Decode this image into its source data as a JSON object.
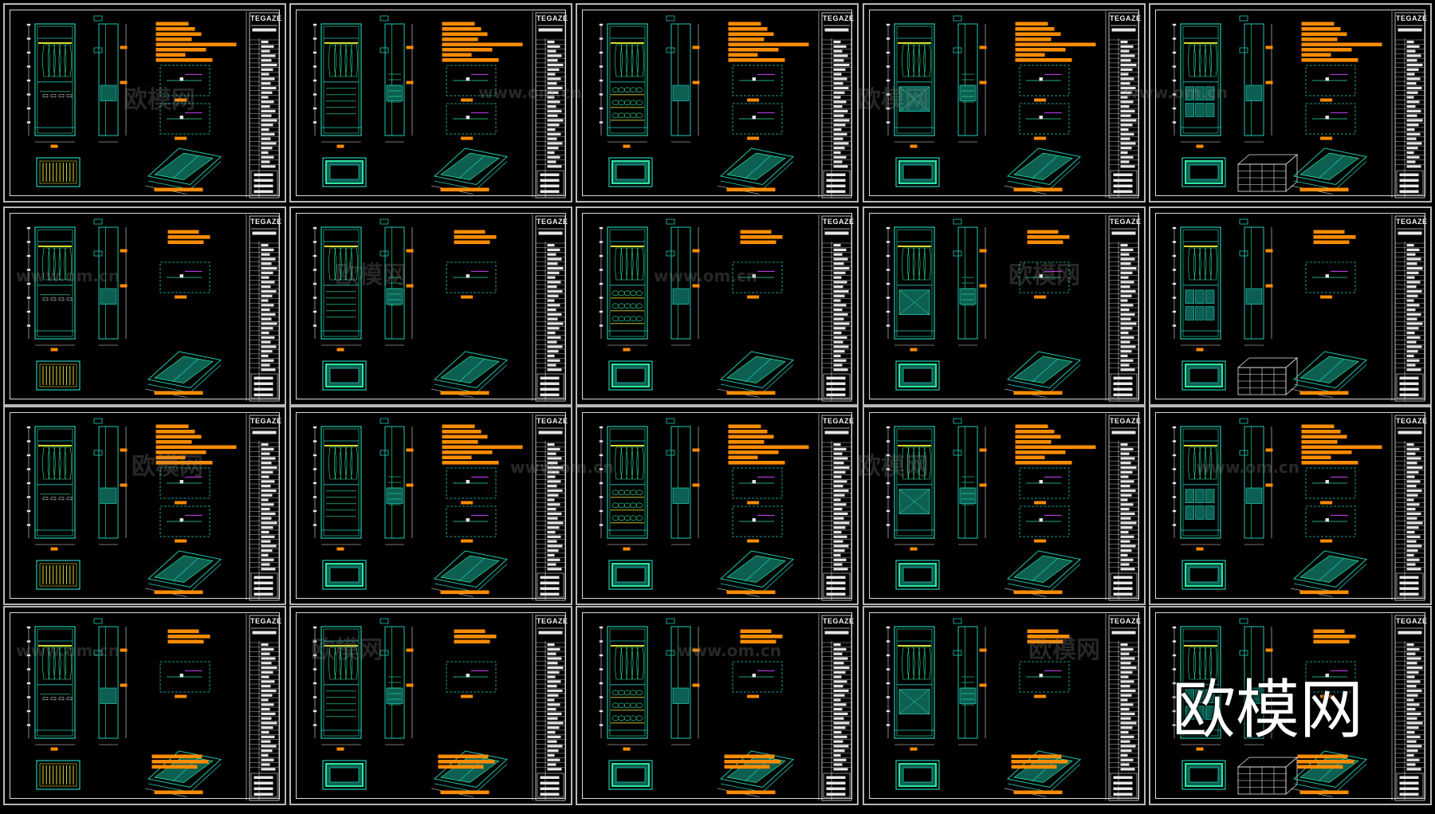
{
  "drawing_sheet_set": {
    "rows": 4,
    "columns": 5,
    "title_block_brand": "TEGAZE",
    "line_colors": {
      "background": "#000000",
      "sheet_frame": "#b8b8b8",
      "outline": "#1fc9b6",
      "outline_alt": "#2ee6a0",
      "fill_panel": "#0d5f52",
      "dimension": "#e6e6e6",
      "annotation": "#ff8c00",
      "rail": "#d9d92e",
      "highlight": "#d040ff"
    },
    "icons": [
      "cad-wardrobe-elevation",
      "cad-section",
      "cad-detail-bubble",
      "cad-isometric-tray",
      "cad-plan-view"
    ]
  },
  "watermark": {
    "big_text": "欧模网",
    "faint_text": "欧模网",
    "url_text": "www.om.cn"
  }
}
